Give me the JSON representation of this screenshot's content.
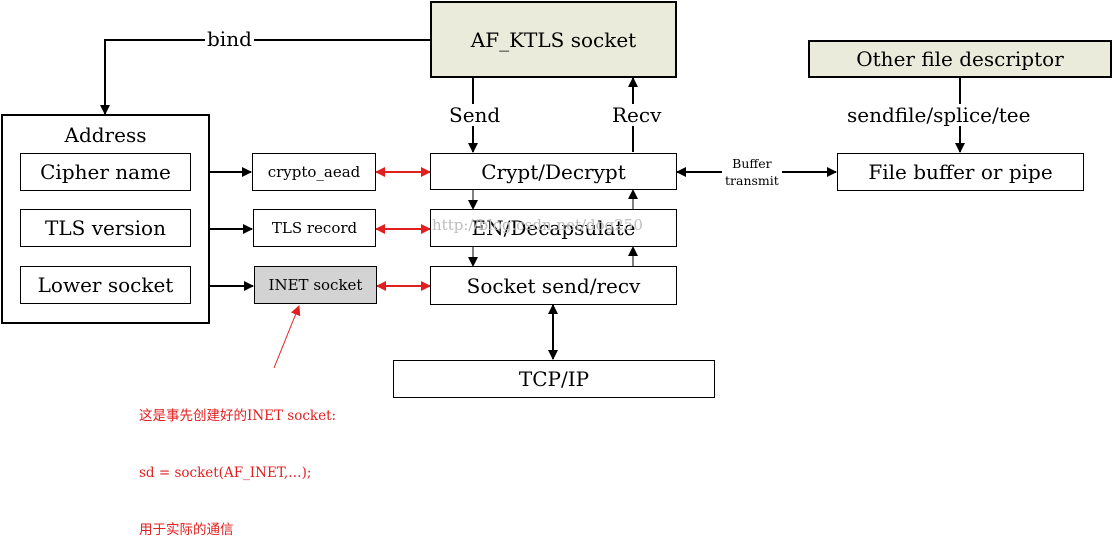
{
  "nodes": {
    "af_ktls_socket": "AF_KTLS socket",
    "other_fd": "Other file descriptor",
    "address": "Address",
    "cipher_name": "Cipher name",
    "tls_version": "TLS version",
    "lower_socket": "Lower socket",
    "crypto_aead": "crypto_aead",
    "tls_record": "TLS record",
    "inet_socket": "INET socket",
    "crypt_decrypt": "Crypt/Decrypt",
    "en_decapsulate": "EN/Decapsulate",
    "socket_send_recv": "Socket send/recv",
    "tcp_ip": "TCP/IP",
    "file_buffer": "File buffer or pipe"
  },
  "edges": {
    "bind": "bind",
    "send": "Send",
    "recv": "Recv",
    "sendfile": "sendfile/splice/tee",
    "buffer_line1": "Buffer",
    "buffer_line2": "transmit"
  },
  "annotation": {
    "line1": "这是事先创建好的INET socket:",
    "line2": "sd = socket(AF_INET,…);",
    "line3": "用于实际的通信"
  },
  "watermark": "http://blog.csdn.net/dog250",
  "colors": {
    "af_ktls_fill": "#ebebdc",
    "other_fd_fill": "#ebebdc",
    "inet_fill": "#d3d3d3",
    "red_arrow": "#e02020"
  }
}
